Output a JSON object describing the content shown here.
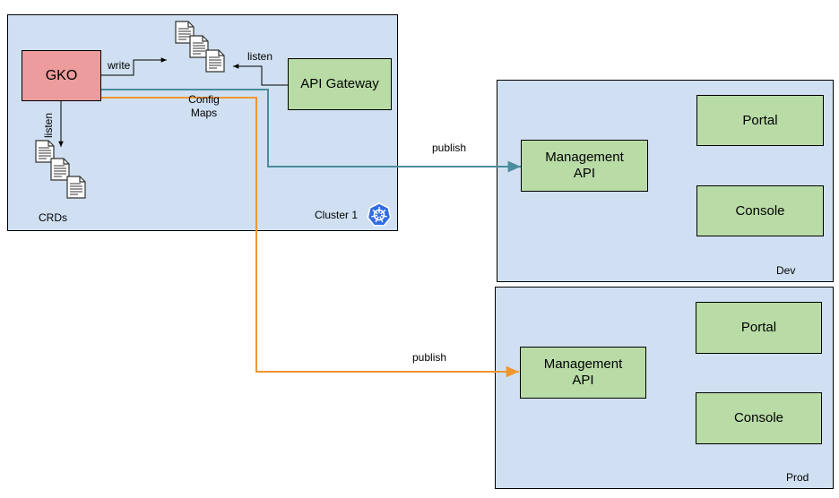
{
  "cluster": {
    "name": "Cluster 1",
    "icon": "kubernetes-icon",
    "gko_label": "GKO",
    "gateway_label": "API Gateway",
    "configmaps_label": "Config\nMaps",
    "crds_label": "CRDs",
    "write_label": "write",
    "listen_gateway_label": "listen",
    "listen_crds_label": "listen"
  },
  "dev": {
    "name": "Dev",
    "management_api_label": "Management\nAPI",
    "portal_label": "Portal",
    "console_label": "Console",
    "publish_label": "publish"
  },
  "prod": {
    "name": "Prod",
    "management_api_label": "Management\nAPI",
    "portal_label": "Portal",
    "console_label": "Console",
    "publish_label": "publish"
  },
  "colors": {
    "panel_fill": "#d0e0f2",
    "component_fill": "#b9dca7",
    "gko_fill": "#ec9c9c",
    "dev_wire": "#4a8c9c",
    "prod_wire": "#f0962f",
    "k8s_blue": "#326ce5"
  }
}
